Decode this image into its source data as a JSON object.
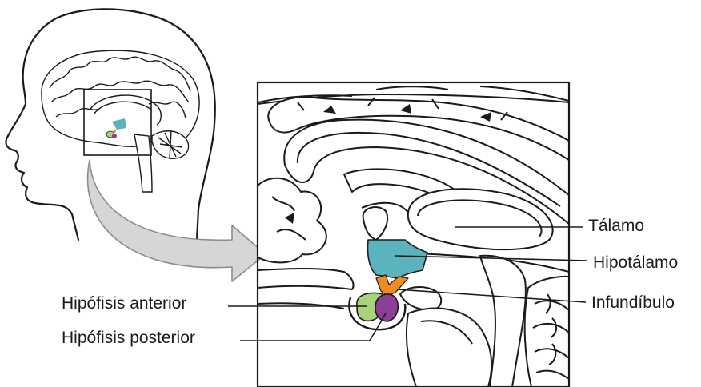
{
  "labels": {
    "talamo": "Tálamo",
    "hipotalamo": "Hipotálamo",
    "infundibulo": "Infundíbulo",
    "hipofisis_anterior": "Hipófisis anterior",
    "hipofisis_posterior": "Hipófisis posterior"
  },
  "colors": {
    "hypothalamus": "#5bb3bd",
    "infundibulum": "#f28a22",
    "anterior_pituitary": "#a9d37b",
    "posterior_pituitary": "#8b3f96",
    "arrow": "#d6d6d6",
    "outline": "#1a1a1a"
  },
  "icons": {
    "head": "head-profile-icon",
    "arrow": "zoom-arrow-icon"
  }
}
